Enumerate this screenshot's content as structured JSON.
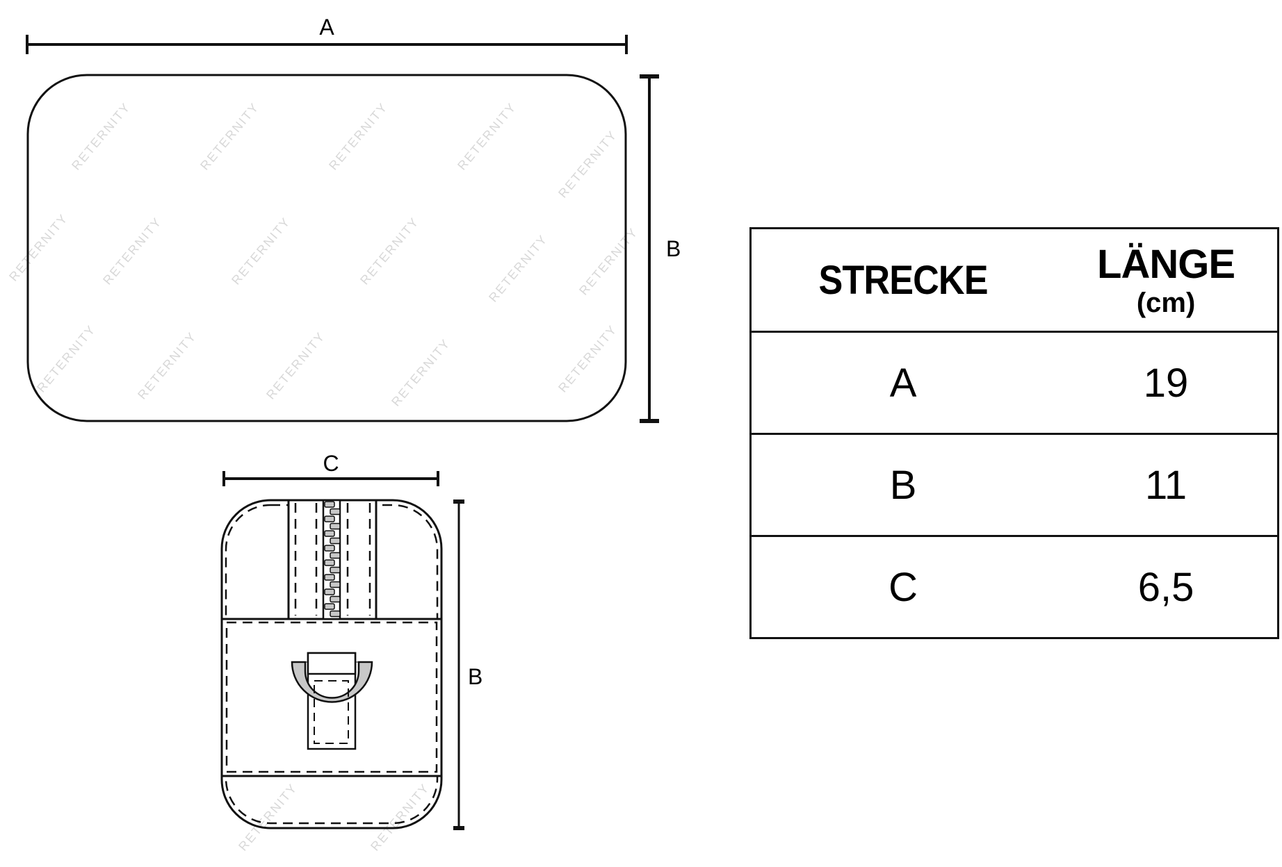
{
  "drawing": {
    "dimension_labels": {
      "a": "A",
      "b_top": "B",
      "c": "C",
      "b_bottom": "B"
    },
    "watermark": "RETERNITY",
    "accent_gray": "#c8c8c8"
  },
  "table": {
    "header": {
      "col1": "STRECKE",
      "col2": "LÄNGE",
      "col2_unit": "(cm)"
    },
    "rows": [
      {
        "segment": "A",
        "length": "19"
      },
      {
        "segment": "B",
        "length": "11"
      },
      {
        "segment": "C",
        "length": "6,5"
      }
    ]
  }
}
